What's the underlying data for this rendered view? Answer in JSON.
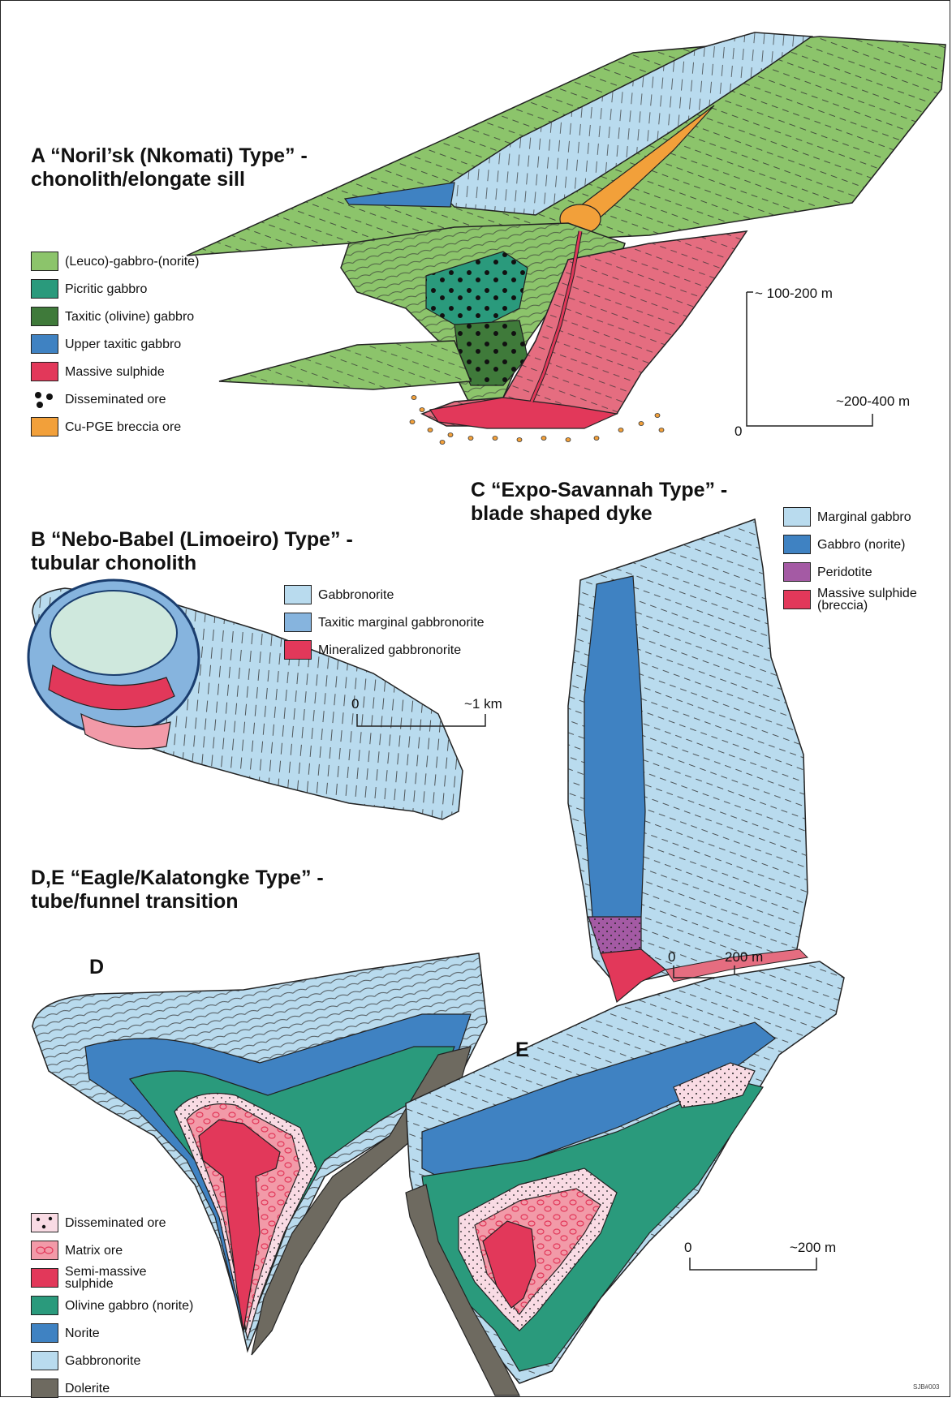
{
  "panels": {
    "A": {
      "title_line1": "A “Noril’sk (Nkomati) Type” -",
      "title_line2": "chonolith/elongate sill",
      "legend": [
        {
          "label": "(Leuco)-gabbro-(norite)",
          "color": "#8cc46b"
        },
        {
          "label": "Picritic gabbro",
          "color": "#2a9a7c"
        },
        {
          "label": "Taxitic (olivine) gabbro",
          "color": "#3f7a3a"
        },
        {
          "label": "Upper taxitic gabbro",
          "color": "#3f82c2"
        },
        {
          "label": "Massive sulphide",
          "color": "#e2385a"
        },
        {
          "label": "Disseminated ore",
          "color": "#111111",
          "swatch": "dots"
        },
        {
          "label": "Cu-PGE breccia ore",
          "color": "#f2a03a"
        }
      ],
      "scale": {
        "vertical": "~ 100-200 m",
        "horizontal": "~200-400 m",
        "origin": "0"
      }
    },
    "B": {
      "title_line1": "B “Nebo-Babel (Limoeiro) Type” -",
      "title_line2": "tubular chonolith",
      "legend": [
        {
          "label": "Gabbronorite",
          "color": "#b9dbee"
        },
        {
          "label": "Taxitic marginal gabbronorite",
          "color": "#86b4de"
        },
        {
          "label": "Mineralized gabbronorite",
          "color": "#e2385a"
        }
      ],
      "scale": {
        "origin": "0",
        "length": "~1 km"
      }
    },
    "C": {
      "title_line1": "C “Expo-Savannah Type” -",
      "title_line2": "blade shaped dyke",
      "legend": [
        {
          "label": "Marginal gabbro",
          "color": "#b9dbee"
        },
        {
          "label": "Gabbro (norite)",
          "color": "#3f82c2"
        },
        {
          "label": "Peridotite",
          "color": "#a45aa4"
        },
        {
          "label": "Massive sulphide (breccia)",
          "color": "#e2385a"
        }
      ],
      "scale": {
        "origin": "0",
        "length": "200 m"
      }
    },
    "DE": {
      "title_line1": "D,E “Eagle/Kalatongke Type” -",
      "title_line2": "tube/funnel transition",
      "label_D": "D",
      "label_E": "E",
      "legend": [
        {
          "label": "Disseminated ore",
          "color": "#f9dbe4",
          "swatch": "dots"
        },
        {
          "label": "Matrix ore",
          "color": "#f29aa8",
          "swatch": "circles"
        },
        {
          "label": "Semi-massive sulphide",
          "color": "#e2385a"
        },
        {
          "label": "Olivine gabbro (norite)",
          "color": "#2a9a7c"
        },
        {
          "label": "Norite",
          "color": "#3f82c2"
        },
        {
          "label": "Gabbronorite",
          "color": "#b9dbee"
        },
        {
          "label": "Dolerite",
          "color": "#6e6a60"
        }
      ],
      "scale": {
        "origin": "0",
        "length": "~200 m"
      }
    }
  },
  "credit": "SJB#003"
}
